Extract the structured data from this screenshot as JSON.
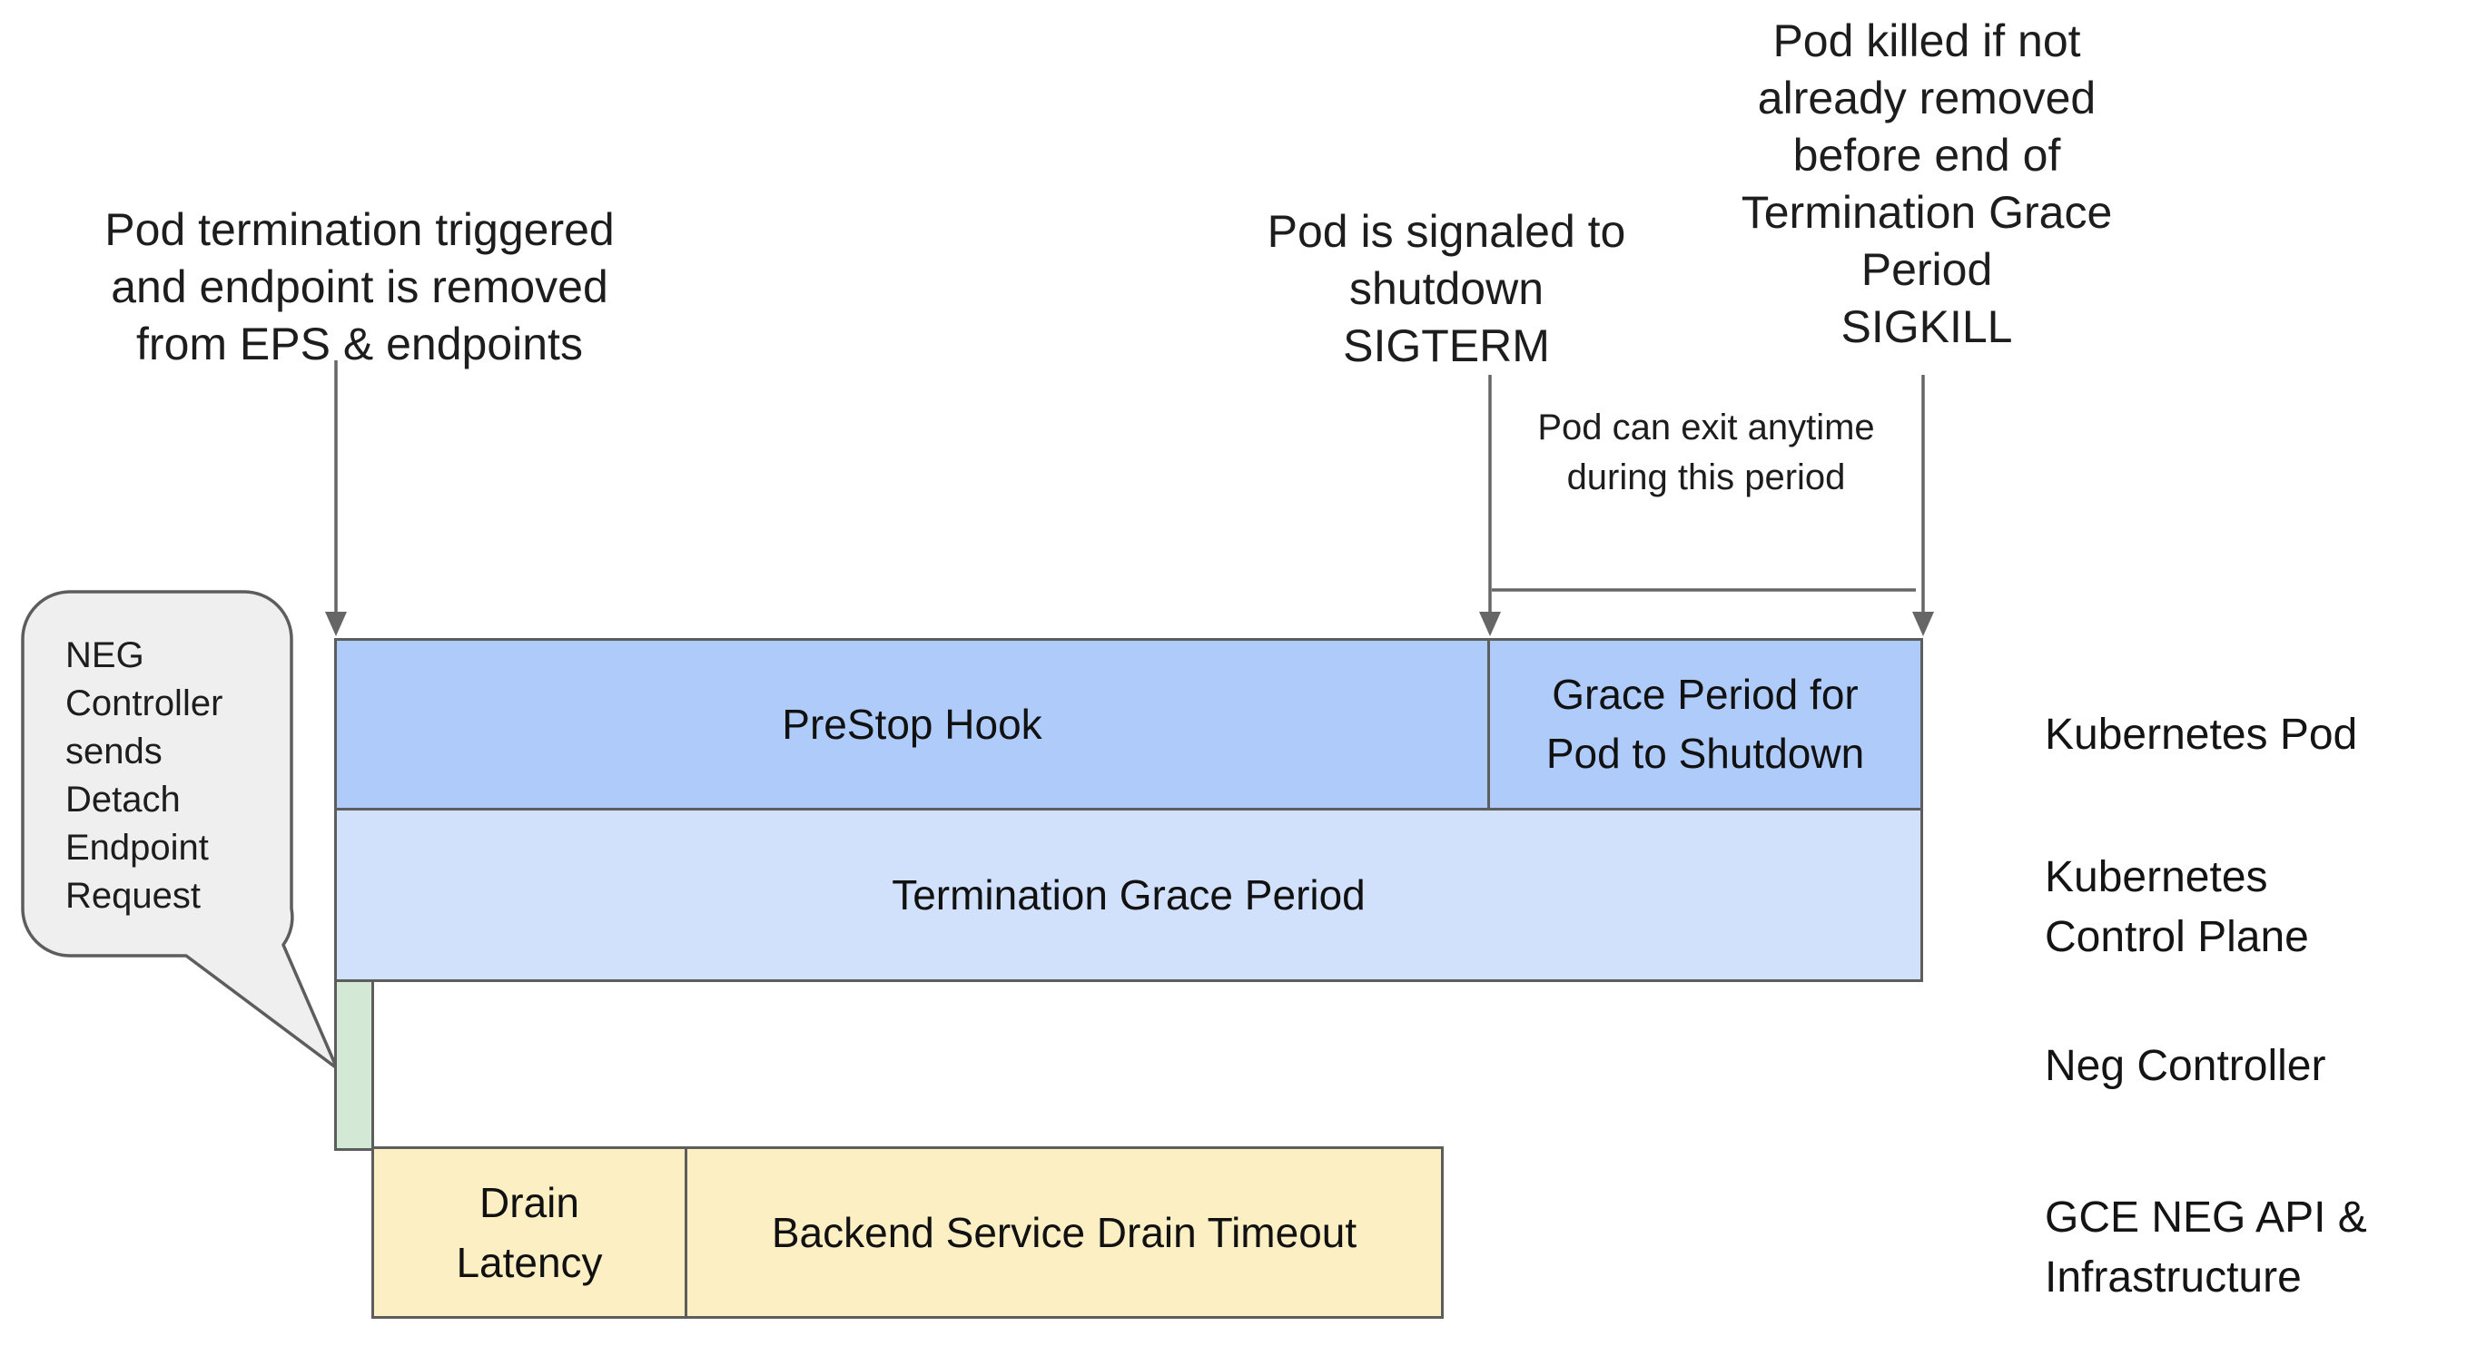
{
  "colors": {
    "background": "#ffffff",
    "pod_bar": "#aecbfa",
    "control_plane_bar": "#d2e1fb",
    "neg_bar": "#d3e8d5",
    "gce_bar": "#fcefc3",
    "callout_fill": "#efefef",
    "shape_stroke": "#5d5d5d",
    "arrow": "#666666"
  },
  "annotations": {
    "termination_trigger": "Pod termination triggered\nand endpoint is removed\nfrom EPS & endpoints",
    "sigterm": "Pod is signaled to\nshutdown\nSIGTERM",
    "sigkill": "Pod killed if not\nalready removed\nbefore end of\nTermination Grace\nPeriod\nSIGKILL",
    "exit_window": "Pod can exit anytime\nduring this period"
  },
  "callout": {
    "text": "NEG\nController\nsends\nDetach\nEndpoint\nRequest"
  },
  "timeline": {
    "prestop_label": "PreStop Hook",
    "grace_label": "Grace Period for\nPod to Shutdown",
    "termination_label": "Termination Grace Period",
    "neg_label": "",
    "drain_label": "Drain\nLatency",
    "backend_label": "Backend Service Drain Timeout"
  },
  "lanes": {
    "pod": "Kubernetes Pod",
    "control_plane": "Kubernetes\nControl Plane",
    "neg_controller": "Neg Controller",
    "gce": "GCE NEG API &\nInfrastructure"
  }
}
